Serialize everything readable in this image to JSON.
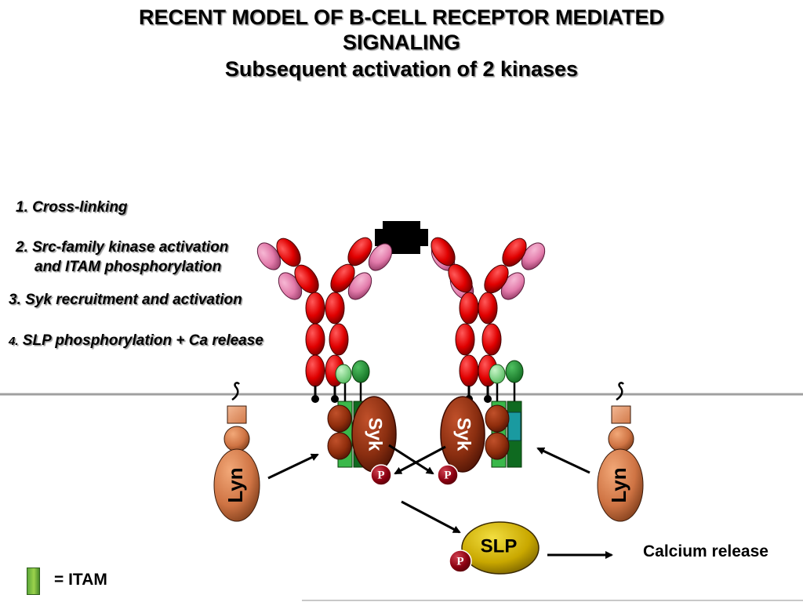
{
  "title": {
    "line1": "RECENT MODEL OF B-CELL RECEPTOR MEDIATED",
    "line2": "SIGNALING",
    "subtitle": "Subsequent activation of 2 kinases"
  },
  "steps": {
    "s1": "1. Cross-linking",
    "s2a": "2. Src-family kinase activation",
    "s2b": "and ITAM phosphorylation",
    "s3": "3. Syk recruitment and activation",
    "s4_num": "4.",
    "s4": " SLP phosphorylation + Ca release"
  },
  "labels": {
    "syk": "Syk",
    "lyn": "Lyn",
    "slp": "SLP",
    "phospho": "P",
    "calcium": "Calcium release",
    "legend": "= ITAM"
  },
  "colors": {
    "heavy_chain": "#e00000",
    "light_chain": "#e87fb0",
    "syk": "#8a2e10",
    "lyn": "#d27a4a",
    "slp": "#c9a800",
    "itam": "#5da83a",
    "phospho": "#8a0010",
    "membrane": "#a0a0a0"
  }
}
